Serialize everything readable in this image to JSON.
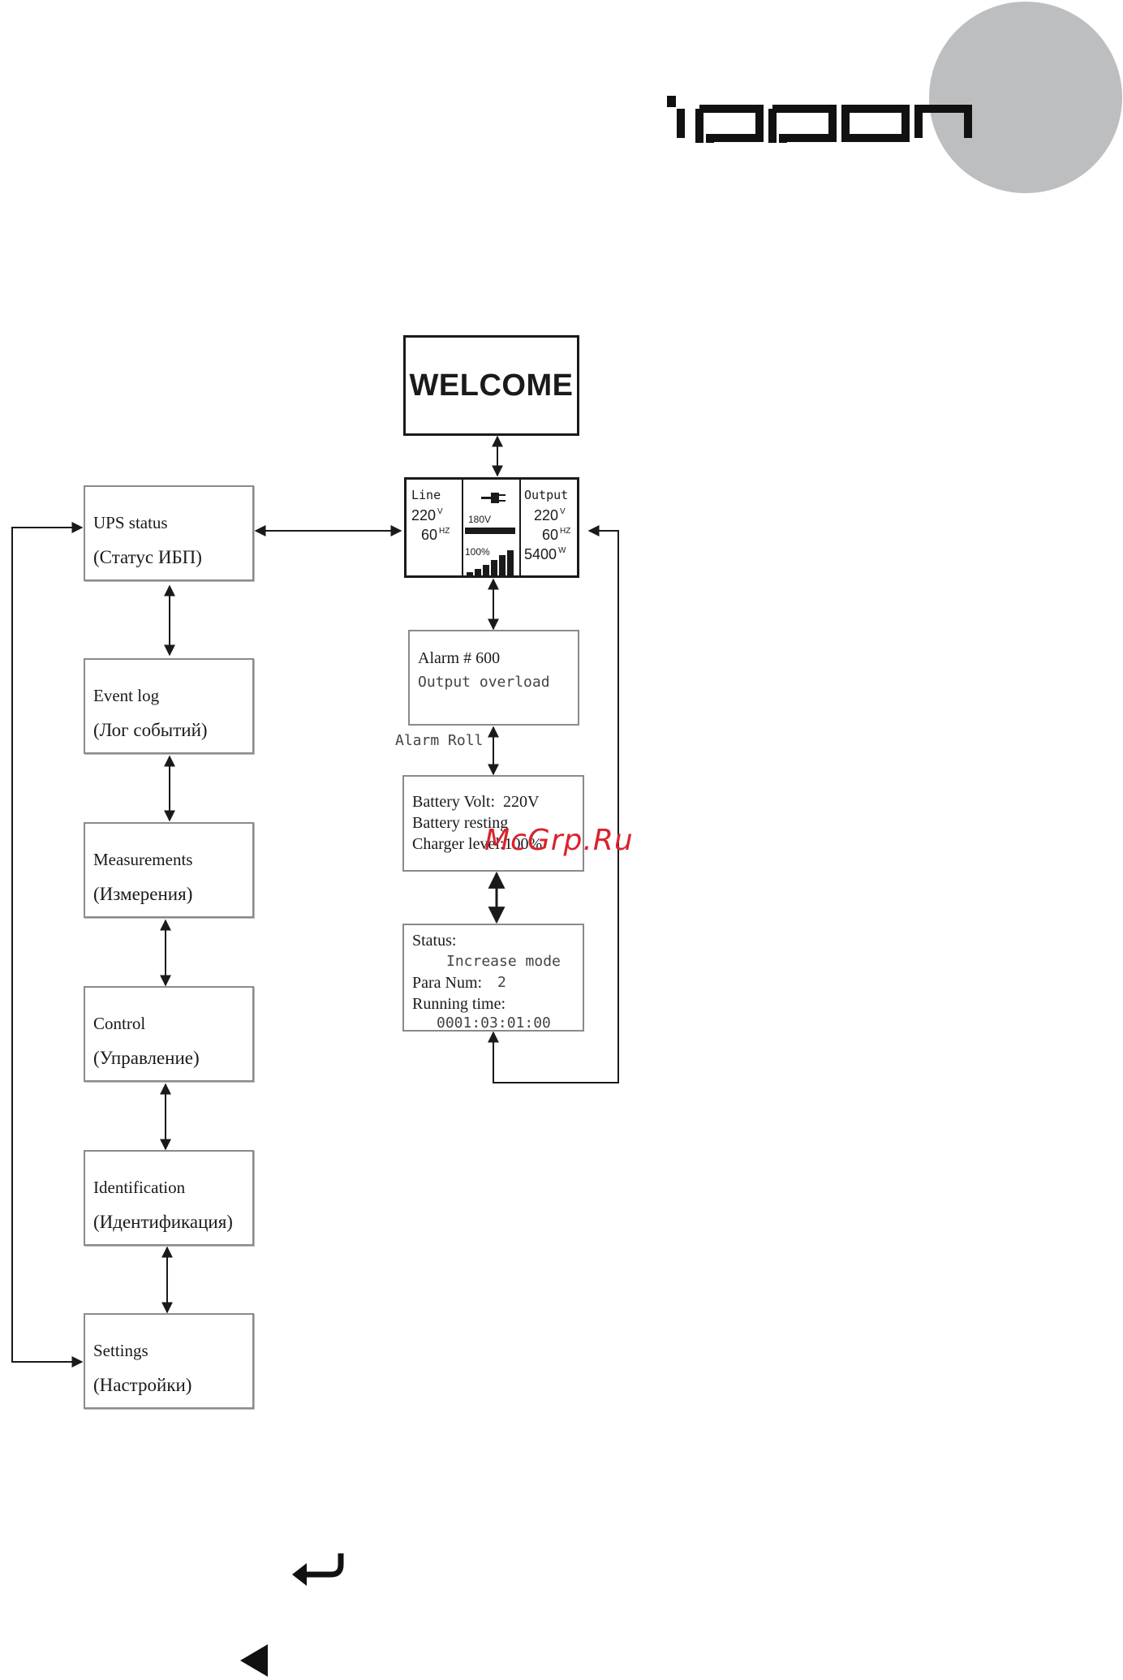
{
  "brand": {
    "logo_text": "ippon"
  },
  "welcome": {
    "label": "WELCOME"
  },
  "lcd": {
    "line_label": "Line",
    "line_voltage": "220",
    "line_voltage_unit": "V",
    "line_freq": "60",
    "line_freq_unit": "HZ",
    "bypass_voltage": "180V",
    "battery_percent": "100%",
    "output_label": "Output",
    "output_voltage": "220",
    "output_voltage_unit": "V",
    "output_freq": "60",
    "output_freq_unit": "HZ",
    "output_power": "5400",
    "output_power_unit": "W"
  },
  "menu": {
    "items": [
      {
        "en": "UPS status",
        "ru": "(Статус ИБП)"
      },
      {
        "en": "Event log",
        "ru": "(Лог событий)"
      },
      {
        "en": "Measurements",
        "ru": "(Измерения)"
      },
      {
        "en": "Control",
        "ru": "(Управление)"
      },
      {
        "en": "Identification",
        "ru": "(Идентификация)"
      },
      {
        "en": "Settings",
        "ru": "(Настройки)"
      }
    ]
  },
  "alarm": {
    "title": "Alarm # 600",
    "message": "Output overload",
    "roll_label": "Alarm Roll"
  },
  "battery": {
    "line1": "Battery Volt:  220V",
    "line2": "Battery resting",
    "line3": "Charger level:100%"
  },
  "status": {
    "label": "Status:",
    "mode": "Increase mode",
    "para_label": "Para Num:",
    "para_value": "2",
    "running_label": "Running time:",
    "running_value": "0001:03:01:00"
  },
  "watermark": "McGrp.Ru",
  "icons": {
    "enter": "enter-return-icon",
    "left": "left-triangle-icon",
    "plug": "plug-icon"
  }
}
